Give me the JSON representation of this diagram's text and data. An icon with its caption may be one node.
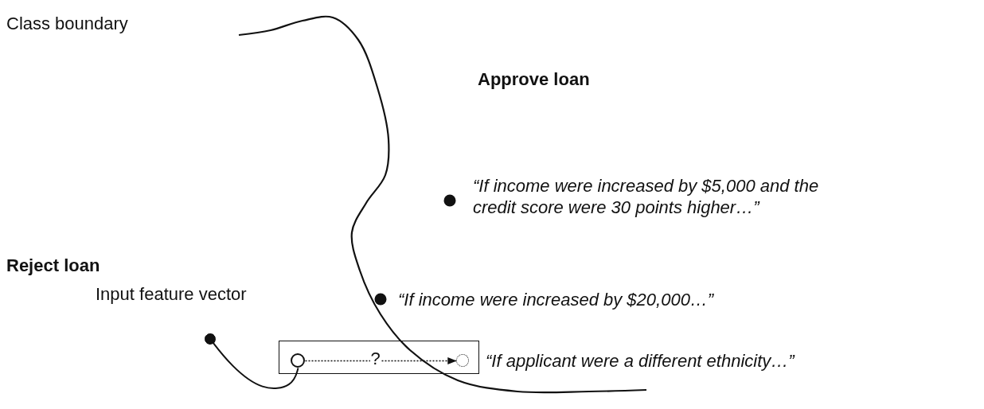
{
  "diagram": {
    "nodes": [
      {
        "text": [
          "Input feature vector"
        ]
      },
      {
        "text": [],
        "shape": "box"
      },
      {
        "text": [],
        "shape": "circle",
        "in": 1
      },
      {
        "text": [],
        "shape": "circle",
        "in": 1
      }
    ],
    "edges": [
      {
        "from": 0,
        "to": 2,
        "arrow": "other"
      },
      {
        "from": 2,
        "to": 3,
        "arrow": "to",
        "style": "dashed",
        "label": "?"
      }
    ],
    "labels": [
      "Class boundary",
      "Approve loan",
      "“If income were increased by $5,000 and the credit score were 30 points higher…”",
      "Reject loan",
      "“If income were increased by $20,000…”",
      "“If applicant were a different ethnicity…”"
    ]
  }
}
